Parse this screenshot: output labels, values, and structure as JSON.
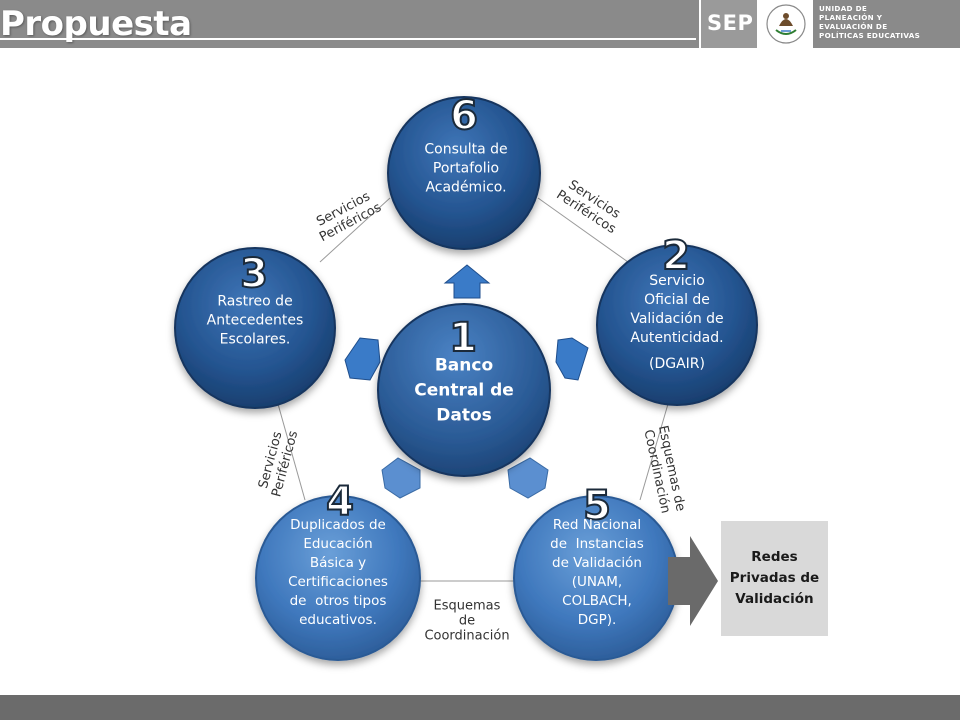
{
  "header": {
    "title": "Propuesta",
    "sep_label": "SEP",
    "unit_lines": [
      "Unidad de",
      "Planeación y",
      "Evaluación de",
      "Políticas Educativas"
    ]
  },
  "nodes": {
    "center": {
      "number": "1",
      "lines": [
        "Banco",
        "Central de",
        "Datos"
      ]
    },
    "n2": {
      "number": "2",
      "lines": [
        "Servicio",
        "Oficial de",
        "Validación de",
        "Autenticidad."
      ],
      "sub": "(DGAIR)"
    },
    "n3": {
      "number": "3",
      "lines": [
        "Rastreo de",
        "Antecedentes",
        "Escolares."
      ]
    },
    "n4": {
      "number": "4",
      "lines": [
        "Duplicados de",
        "Educación",
        "Básica y",
        "Certificaciones",
        "de  otros tipos",
        "educativos."
      ]
    },
    "n5": {
      "number": "5",
      "lines": [
        "Red Nacional",
        "de  Instancias",
        "de Validación",
        "(UNAM,",
        "COLBACH,",
        "DGP)."
      ]
    },
    "n6": {
      "number": "6",
      "lines": [
        "Consulta de",
        "Portafolio",
        "Académico."
      ]
    }
  },
  "connector_labels": {
    "top_left": "Servicios\nPeriféricos",
    "top_right": "Servicios\nPeriféricos",
    "left": "Servicios\nPeriféricos",
    "right": "Esquemas de\nCoordinación",
    "bottom": "Esquemas\nde\nCoordinación"
  },
  "redes_box": {
    "label": "Redes\nPrivadas de\nValidación"
  },
  "colors": {
    "outer_node": "#1f4e8c",
    "center_node": "#2a5a95",
    "arrow": "#3a7bc8",
    "connector_line": "#9a9a9a",
    "header_bg": "#8a8a8a",
    "footer_bg": "#6b6b6b",
    "redes_bg": "#d9d9d9",
    "big_arrow": "#6a6a6a"
  }
}
